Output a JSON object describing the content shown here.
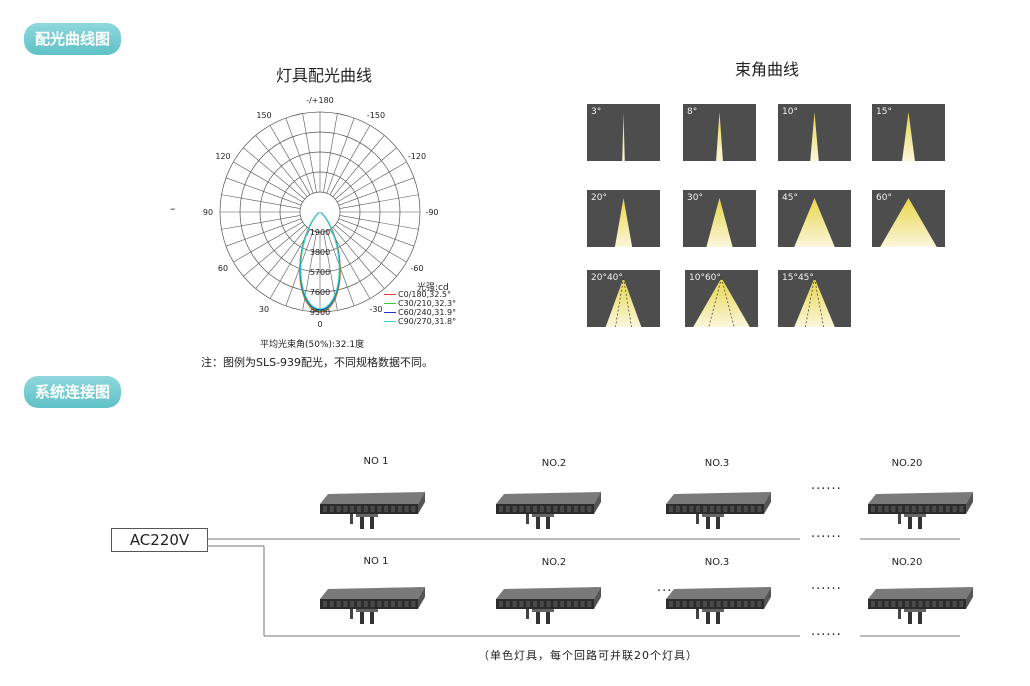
{
  "sections": {
    "photometric": "配光曲线图",
    "connection": "系统连接图"
  },
  "polar": {
    "title": "灯具配光曲线",
    "angle_labels": [
      "-/+180",
      "-150",
      "150",
      "-120",
      "120",
      "-90",
      "90",
      "-60",
      "60",
      "-30",
      "30",
      "0"
    ],
    "radial_labels": [
      "1900",
      "3800",
      "5700",
      "7600",
      "9500"
    ],
    "unit_label": "光强:cd",
    "legend": [
      {
        "name": "C0/180,32.5°",
        "color": "#e03a3a"
      },
      {
        "name": "C30/210,32.3°",
        "color": "#3cc43c"
      },
      {
        "name": "C60/240,31.9°",
        "color": "#2233cc"
      },
      {
        "name": "C90/270,31.8°",
        "color": "#33d6d6"
      }
    ],
    "avg_beam": "平均光束角(50%):32.1度",
    "note": "注：图例为SLS-939配光，不同规格数据不同。",
    "stray_mark": "–"
  },
  "beam": {
    "title": "束角曲线",
    "items": [
      {
        "label": "3°",
        "deg": 3
      },
      {
        "label": "8°",
        "deg": 8
      },
      {
        "label": "10°",
        "deg": 10
      },
      {
        "label": "15°",
        "deg": 15
      },
      {
        "label": "20°",
        "deg": 20
      },
      {
        "label": "30°",
        "deg": 30
      },
      {
        "label": "45°",
        "deg": 45
      },
      {
        "label": "60°",
        "deg": 60
      },
      {
        "label": "20°40°",
        "deg": 40
      },
      {
        "label": "10°60°",
        "deg": 60
      },
      {
        "label": "15°45°",
        "deg": 45
      }
    ]
  },
  "connection": {
    "power": "AC220V",
    "row1_labels": [
      "NO 1",
      "NO.2",
      "NO.3",
      "NO.20"
    ],
    "row2_labels": [
      "NO 1",
      "NO.2",
      "NO.3",
      "NO.20"
    ],
    "dots": "······",
    "dots_short": "···",
    "caption": "（单色灯具，每个回路可并联20个灯具）"
  }
}
